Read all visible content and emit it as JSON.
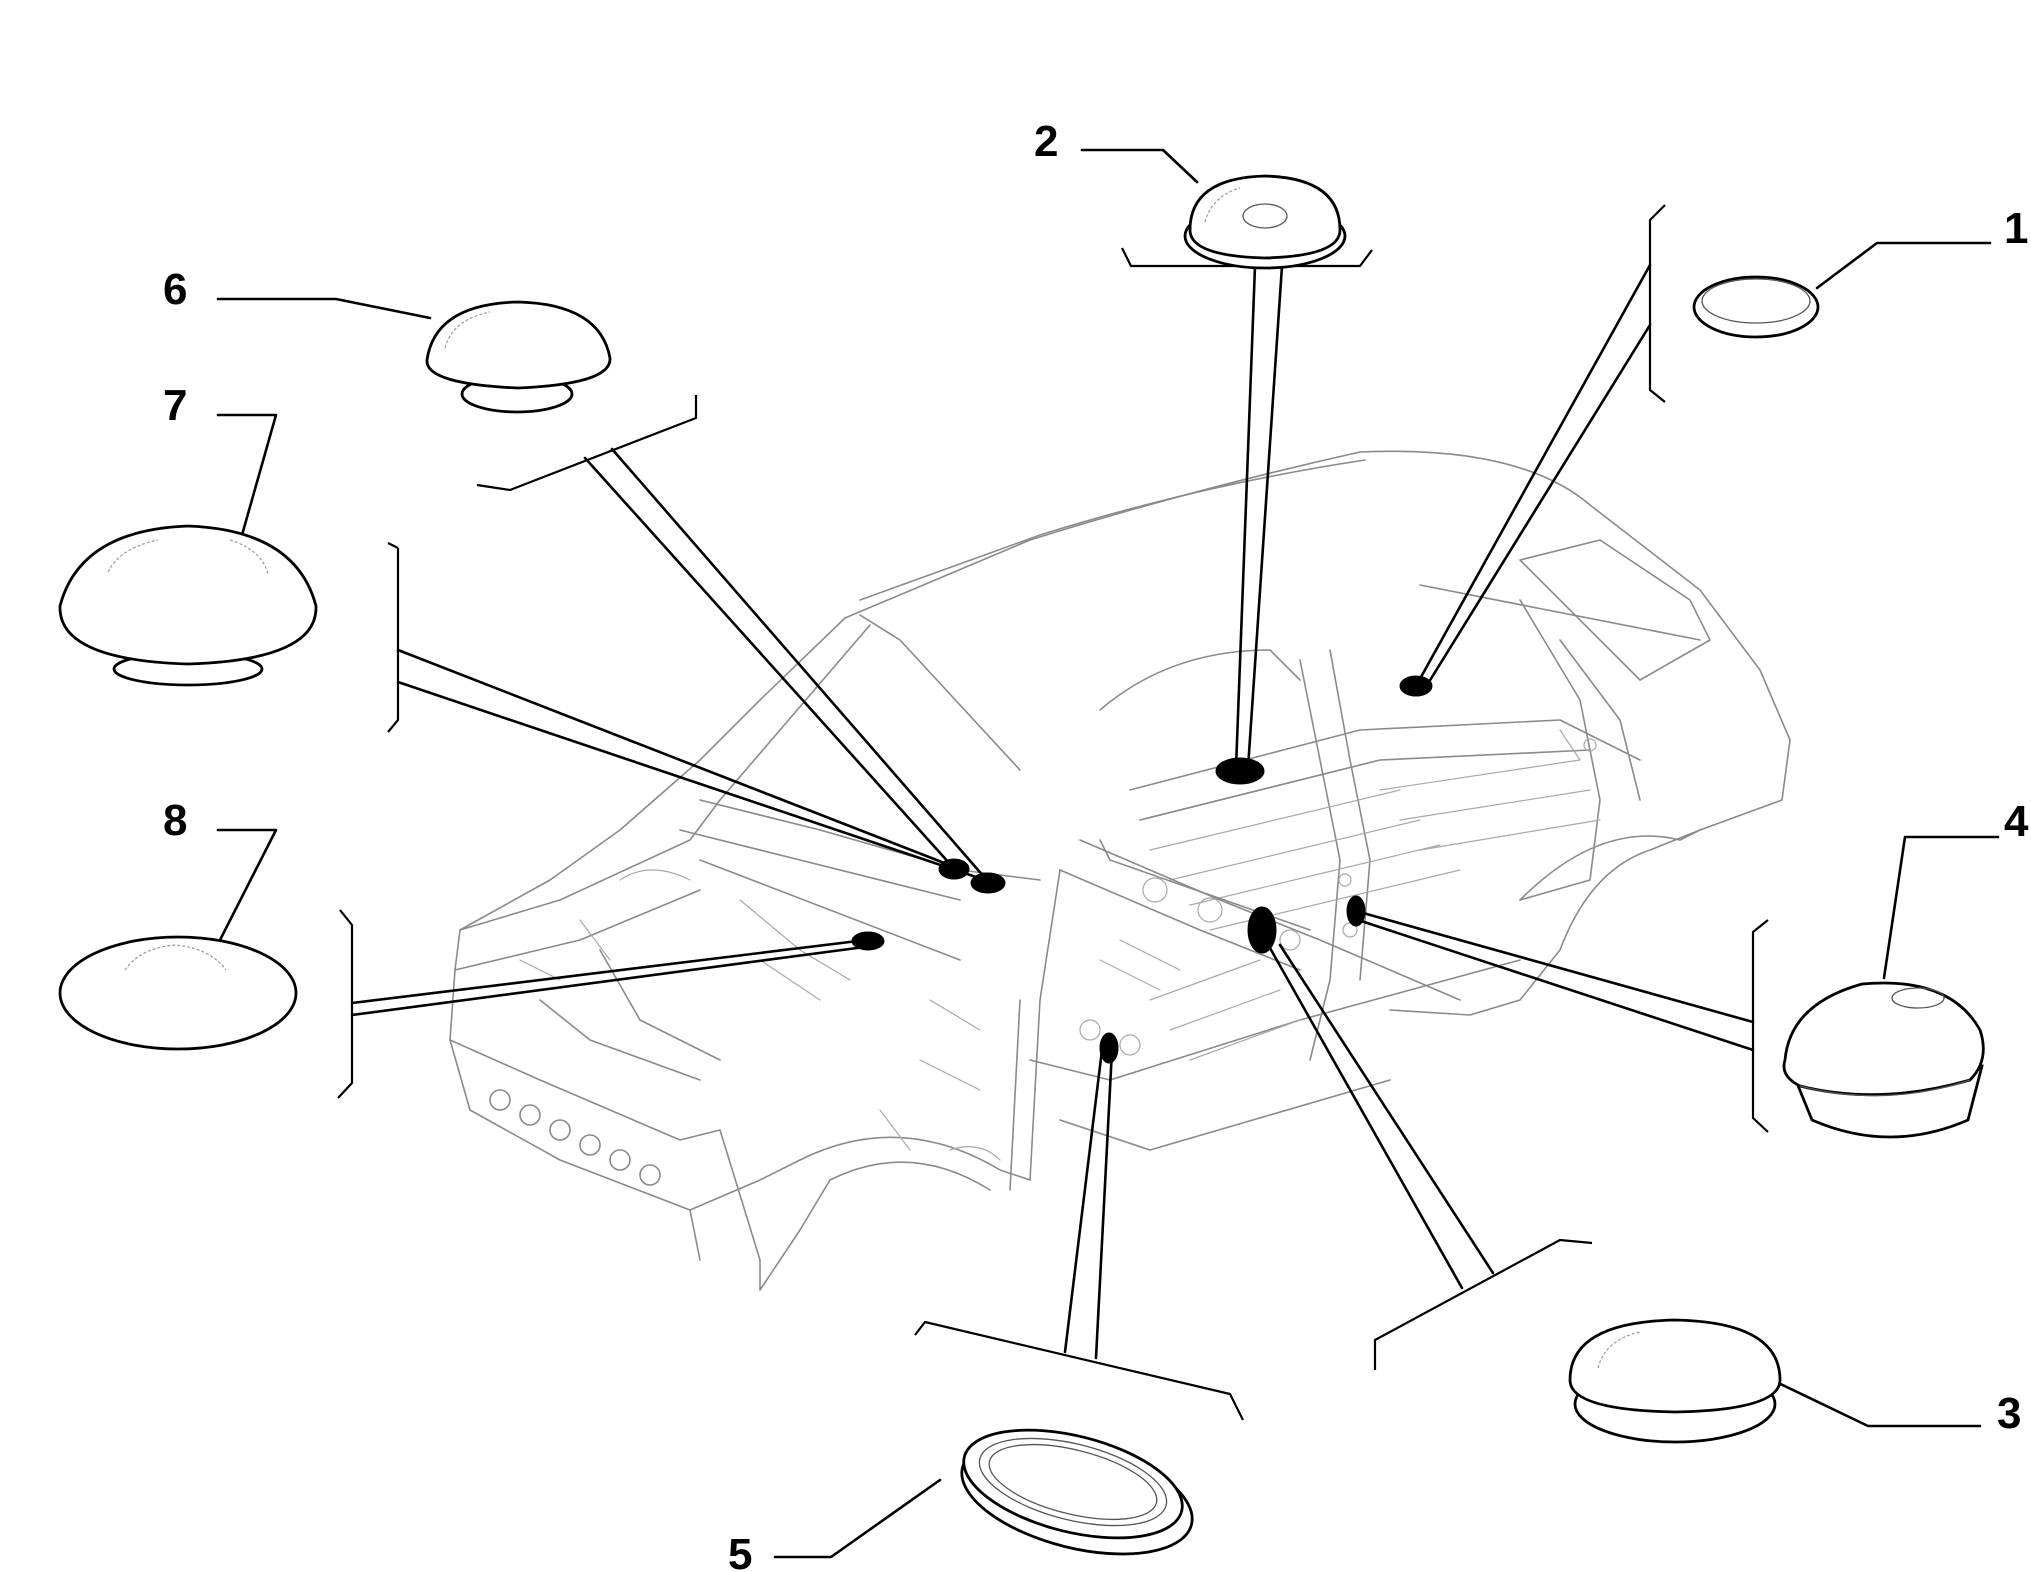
{
  "diagram": {
    "callouts": [
      {
        "id": "1",
        "label": "1",
        "part": "flat-round-plug"
      },
      {
        "id": "2",
        "label": "2",
        "part": "center-hole-round-plug"
      },
      {
        "id": "3",
        "label": "3",
        "part": "large-round-plug"
      },
      {
        "id": "4",
        "label": "4",
        "part": "deep-oval-plug"
      },
      {
        "id": "5",
        "label": "5",
        "part": "oval-ring-grommet"
      },
      {
        "id": "6",
        "label": "6",
        "part": "domed-plug"
      },
      {
        "id": "7",
        "label": "7",
        "part": "large-domed-plug"
      },
      {
        "id": "8",
        "label": "8",
        "part": "low-round-plug"
      }
    ],
    "colors": {
      "ink": "#000000",
      "body_outline": "#8a8a8a",
      "background": "#ffffff"
    }
  }
}
